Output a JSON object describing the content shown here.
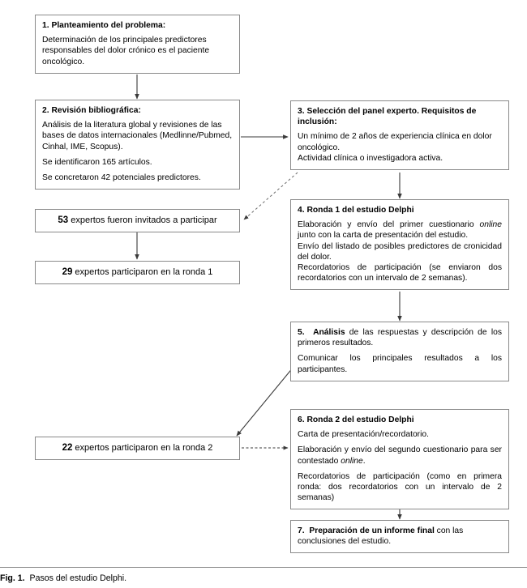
{
  "figure": {
    "caption_label": "Fig. 1.",
    "caption_text": "Pasos del estudio Delphi."
  },
  "colors": {
    "background": "#ffffff",
    "box_border": "#8a8a8a",
    "connector": "#3a3a3a",
    "text": "#000000"
  },
  "steps": {
    "step1": {
      "heading": "1. Planteamiento del problema:",
      "body": "Determinación de los principales predictores responsables del dolor crónico es el paciente oncológico."
    },
    "step2": {
      "heading": "2. Revisión bibliográfica:",
      "line1": "Análisis de la literatura global y revisiones de las bases de datos internacionales (Medlinne/Pubmed, Cinhal, IME, Scopus).",
      "line2": "Se identificaron 165 artículos.",
      "line3": "Se concretaron 42 potenciales predictores."
    },
    "step3": {
      "heading": "3. Selección del panel experto. Requisitos de inclusión:",
      "line1": "Un mínimo de 2 años de experiencia clínica en dolor oncológico.",
      "line2": "Actividad clínica o investigadora activa."
    },
    "step4": {
      "heading": "4. Ronda 1 del estudio Delphi",
      "line1_a": "Elaboración y envío del primer cuestionario ",
      "line1_em": "online",
      "line1_b": " junto con la carta de presentación del estudio.",
      "line2": "Envío del listado de posibles predictores de cronicidad del dolor.",
      "line3": "Recordatorios de participación (se enviaron dos recordatorios con un intervalo de 2 semanas)."
    },
    "step5": {
      "num": "5.",
      "heading_word": "Análisis",
      "heading_rest": " de las respuestas y descripción de los primeros resultados.",
      "line2": "Comunicar los principales resultados a los participantes."
    },
    "step6": {
      "heading": "6. Ronda 2 del estudio Delphi",
      "line1": "Carta de presentación/recordatorio.",
      "line2_a": "Elaboración y envío del segundo cuestionario para ser contestado ",
      "line2_em": "online",
      "line2_b": ".",
      "line3": "Recordatorios de participación (como en primera ronda: dos recordatorios con un intervalo de 2 semanas)"
    },
    "step7": {
      "num": "7.",
      "heading_word": "Preparación de un informe final",
      "heading_rest": " con las conclusiones del estudio."
    }
  },
  "tallies": {
    "invited": {
      "count": "53",
      "text": " expertos fueron invitados a participar"
    },
    "round1": {
      "count": "29",
      "text": " expertos participaron en la ronda 1"
    },
    "round2": {
      "count": "22",
      "text": " expertos participaron en la ronda 2"
    }
  },
  "connectors": [
    {
      "name": "step1-to-step2",
      "style": "solid"
    },
    {
      "name": "step2-to-step3",
      "style": "solid"
    },
    {
      "name": "step3-to-invited",
      "style": "dashed"
    },
    {
      "name": "step3-to-step4",
      "style": "solid"
    },
    {
      "name": "invited-to-round1",
      "style": "solid"
    },
    {
      "name": "step4-to-step5",
      "style": "solid"
    },
    {
      "name": "step5-to-round2",
      "style": "solid"
    },
    {
      "name": "round2-to-step6",
      "style": "dashed"
    },
    {
      "name": "step6-to-step7",
      "style": "solid"
    }
  ]
}
